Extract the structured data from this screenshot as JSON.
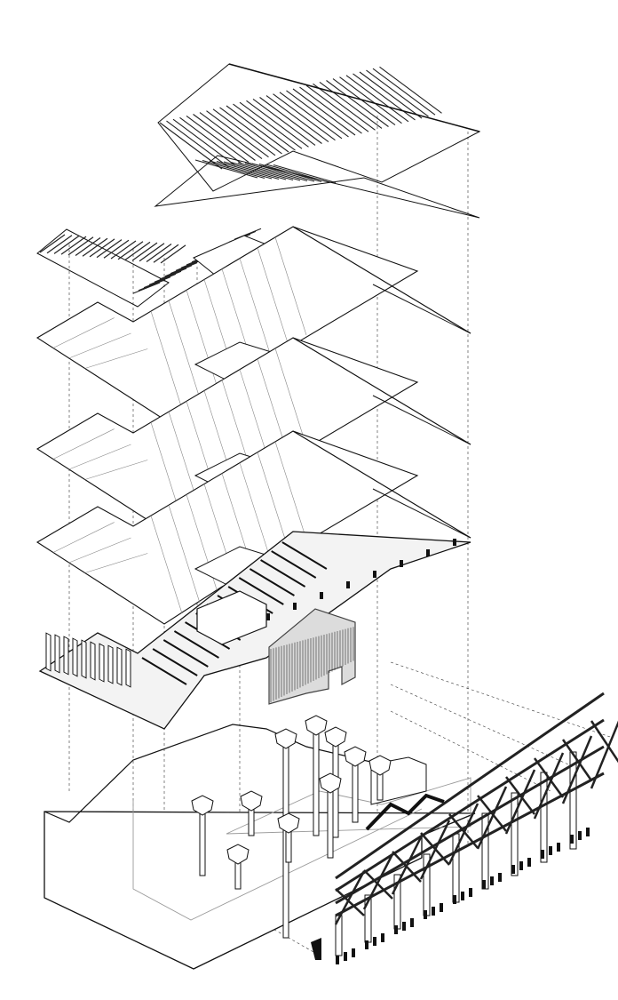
{
  "diagram": {
    "type": "exploded-axonometric",
    "colors": {
      "background": "#ffffff",
      "line": "#111111",
      "thin": "#555555",
      "hidden": "#9a9a9a",
      "panel": "#444444"
    },
    "layers": [
      "roof-cladding",
      "roof-sheathing",
      "ceiling-panel-level-3",
      "ceiling-panel-level-2",
      "floor-panel-level-1",
      "timber-floor-structure",
      "screen-panel",
      "columns-with-brackets",
      "concrete-base",
      "timber-lattice-wall"
    ]
  }
}
